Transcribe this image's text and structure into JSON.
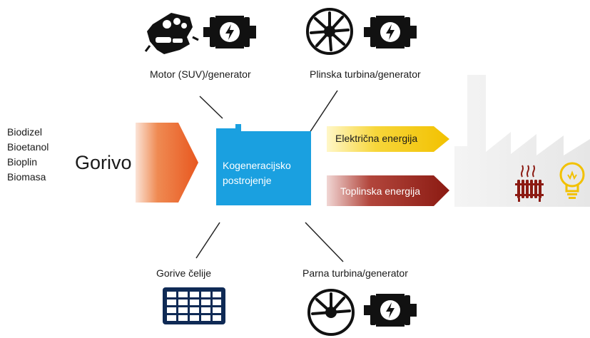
{
  "fuels": {
    "title": "Gorivo",
    "items": [
      "Biodizel",
      "Bioetanol",
      "Bioplin",
      "Biomasa"
    ]
  },
  "plant": {
    "line1": "Kogeneracijsko",
    "line2": "postrojenje"
  },
  "technologies": {
    "engine": "Motor (SUV)/generator",
    "gas_turbine": "Plinska turbina/generator",
    "fuel_cells": "Gorive čelije",
    "steam_turbine": "Parna turbina/generator"
  },
  "outputs": {
    "electric": "Električna energija",
    "heat": "Toplinska energija"
  },
  "colors": {
    "fuel_arrow": "#e8571f",
    "plant": "#1aa0e0",
    "electric_arrow": "#f2c100",
    "heat_arrow": "#8b1a12",
    "factory": "#e9e9e9",
    "radiator": "#8b1a12",
    "bulb": "#f2c100"
  },
  "icons": [
    "engine-icon",
    "generator-icon",
    "turbine-icon",
    "fuel-cell-icon",
    "factory-icon",
    "radiator-icon",
    "bulb-icon"
  ]
}
